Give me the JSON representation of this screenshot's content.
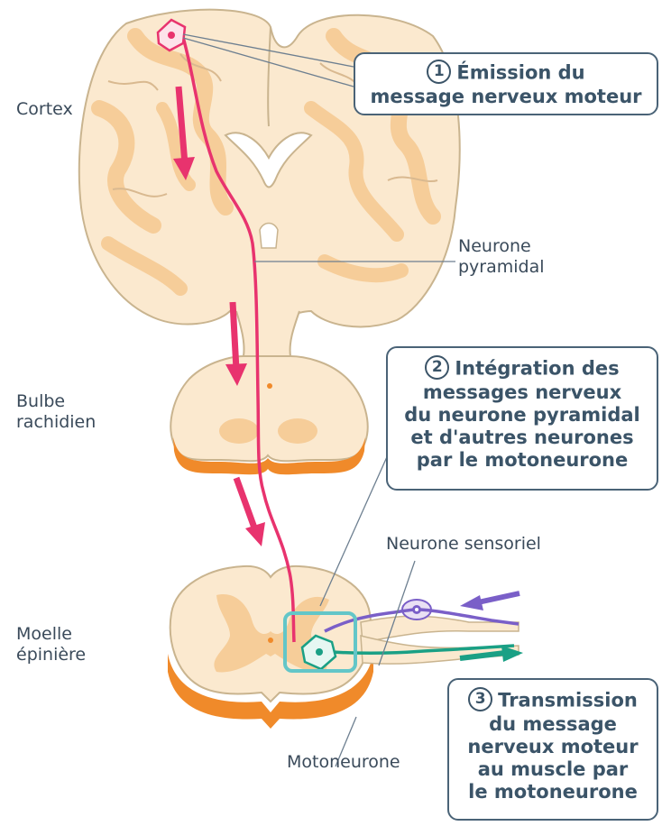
{
  "labels": {
    "cortex": "Cortex",
    "bulbe_line1": "Bulbe",
    "bulbe_line2": "rachidien",
    "moelle_line1": "Moelle",
    "moelle_line2": "épinière",
    "neurone_pyramidal_line1": "Neurone",
    "neurone_pyramidal_line2": "pyramidal",
    "neurone_sensoriel": "Neurone sensoriel",
    "motoneurone": "Motoneurone"
  },
  "callouts": [
    {
      "number": "1",
      "lines": [
        "Émission du",
        "message nerveux moteur"
      ]
    },
    {
      "number": "2",
      "lines": [
        "Intégration des",
        "messages nerveux",
        "du neurone pyramidal",
        "et d'autres neurones",
        "par le motoneurone"
      ]
    },
    {
      "number": "3",
      "lines": [
        "Transmission",
        "du message",
        "nerveux moteur",
        "au muscle par",
        "le motoneurone"
      ]
    }
  ],
  "colors": {
    "white_matter": "#fbe9cf",
    "grey_matter": "#f6cd99",
    "edge_orange": "#f08a2a",
    "pyramidal_neuron": "#e8336e",
    "sensory_neuron": "#7a5fc8",
    "motor_neuron": "#1aa085",
    "integration_box": "#63c6c8",
    "text": "#3b5468"
  }
}
